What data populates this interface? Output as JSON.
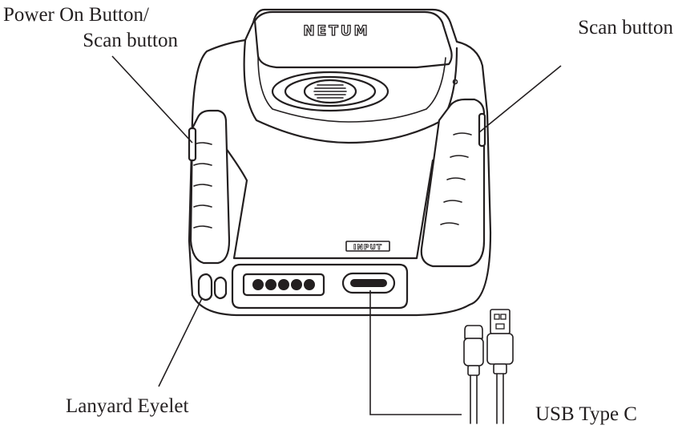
{
  "labels": {
    "power_scan_line1": "Power On Button/",
    "power_scan_line2": "Scan button",
    "scan_button": "Scan button",
    "lanyard_eyelet": "Lanyard Eyelet",
    "usb_type_c": "USB Type C"
  },
  "device": {
    "brand_logo": "NETUM",
    "port_label": "INPUT"
  },
  "colors": {
    "line": "#231f20",
    "background": "#ffffff"
  }
}
